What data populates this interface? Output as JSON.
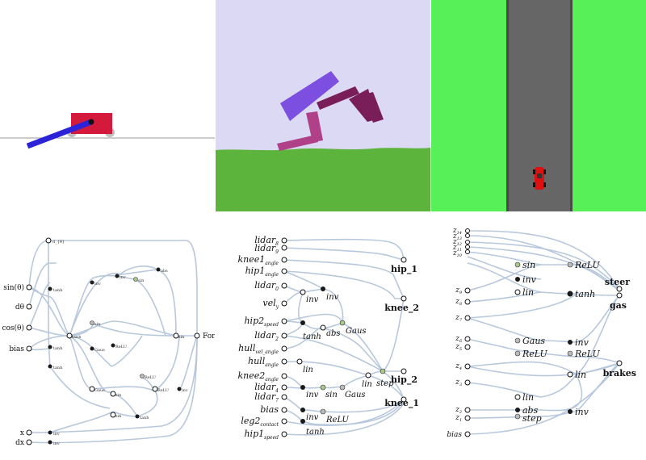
{
  "colors": {
    "wire": "#b8c8dc",
    "sky": "#dcd9f5",
    "ground": "#5cb43c",
    "grass": "#58f058",
    "road": "#666666",
    "cart": "#d41a3c",
    "pole": "#2c22d8",
    "hull": "#7d4fe0",
    "leg1": "#b04088",
    "leg2": "#7a1e5a",
    "car": "#dd1111",
    "node_dark": "#1a1a1a",
    "node_green": "#a8c98a",
    "node_grey": "#bbbbbb"
  },
  "cartpole_net": {
    "inputs": [
      "sin(θ)",
      "dθ",
      "cos(θ)",
      "bias",
      "x",
      "dx"
    ],
    "output": "Force",
    "small_labels": [
      "d_{θ}",
      "tanh",
      "inv",
      "inv",
      "sin",
      "abs",
      "sin",
      "tanh",
      "tanh",
      "tanh",
      "Gaus",
      "ReLU",
      "ReLU",
      "sin",
      "Gaus",
      "sin",
      "ReLU",
      "inv",
      "tanh",
      "sin",
      "inv",
      "inv",
      "lin",
      "tanh"
    ]
  },
  "walker_net": {
    "inputs": [
      {
        "main": "lidar",
        "sub": "8"
      },
      {
        "main": "lidar",
        "sub": "9"
      },
      {
        "main": "knee1",
        "sub": "angle"
      },
      {
        "main": "hip1",
        "sub": "angle"
      },
      {
        "main": "lidar",
        "sub": "0"
      },
      {
        "main": "vel",
        "sub": "y"
      },
      {
        "main": "hip2",
        "sub": "speed"
      },
      {
        "main": "lidar",
        "sub": "2"
      },
      {
        "main": "hull",
        "sub": "vel_angle"
      },
      {
        "main": "hull",
        "sub": "angle"
      },
      {
        "main": "knee2",
        "sub": "angle"
      },
      {
        "main": "lidar",
        "sub": "4"
      },
      {
        "main": "lidar",
        "sub": "7"
      },
      {
        "main": "bias",
        "sub": ""
      },
      {
        "main": "leg2",
        "sub": "contact"
      },
      {
        "main": "hip1",
        "sub": "speed"
      }
    ],
    "outputs": [
      "hip_1",
      "knee_2",
      "hip_2",
      "knee_1"
    ],
    "hidden": [
      "inv",
      "inv",
      "abs",
      "Gaus",
      "tanh",
      "lin",
      "lin",
      "inv",
      "sin",
      "Gaus",
      "step",
      "inv",
      "ReLU",
      "tanh"
    ]
  },
  "race_net": {
    "inputs": [
      {
        "main": "z",
        "sub": "14"
      },
      {
        "main": "z",
        "sub": "13"
      },
      {
        "main": "z",
        "sub": "12"
      },
      {
        "main": "z",
        "sub": "11"
      },
      {
        "main": "z",
        "sub": "10"
      },
      {
        "main": "z",
        "sub": "9"
      },
      {
        "main": "z",
        "sub": "8"
      },
      {
        "main": "z",
        "sub": "7"
      },
      {
        "main": "z",
        "sub": "6"
      },
      {
        "main": "z",
        "sub": "5"
      },
      {
        "main": "z",
        "sub": "4"
      },
      {
        "main": "z",
        "sub": "3"
      },
      {
        "main": "z",
        "sub": "2"
      },
      {
        "main": "z",
        "sub": "1"
      },
      {
        "main": "bias",
        "sub": ""
      }
    ],
    "outputs": [
      "steer",
      "gas",
      "brakes"
    ],
    "hidden": [
      "sin",
      "inv",
      "lin",
      "ReLU",
      "tanh",
      "Gaus",
      "ReLU",
      "inv",
      "ReLU",
      "lin",
      "lin",
      "abs",
      "step",
      "inv"
    ]
  }
}
